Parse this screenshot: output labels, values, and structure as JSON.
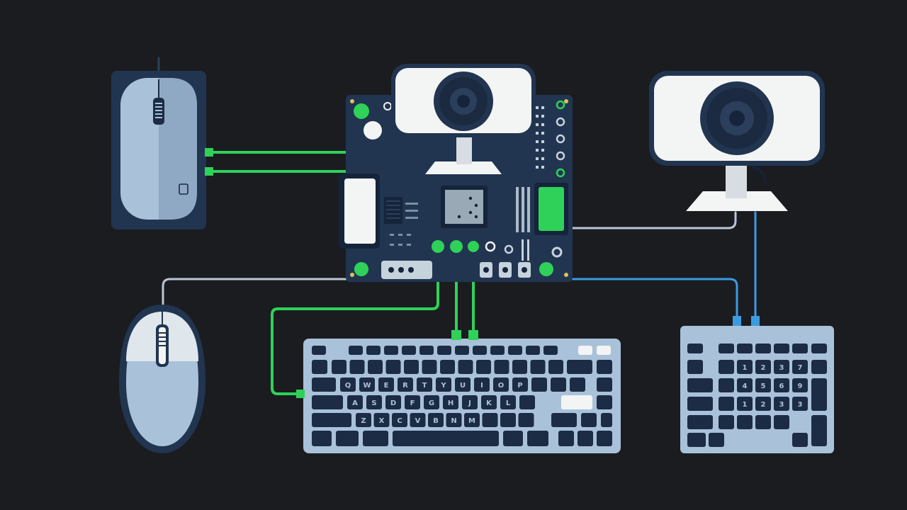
{
  "colors": {
    "background": "#1b1c20",
    "board": "#213550",
    "board_dark": "#15243a",
    "device_body": "#a9c2da",
    "device_dark": "#1c2c44",
    "cable_green": "#2fd158",
    "cable_blue": "#3b9be0",
    "cable_gray": "#b9c6d6",
    "camera_white": "#f3f4f4"
  },
  "icons": {
    "webcam_left": "webcam-icon",
    "webcam_right": "webcam-icon",
    "mouse_top": "mouse-icon",
    "mouse_bottom": "mouse-icon",
    "keyboard": "keyboard-icon",
    "numpad": "numpad-icon",
    "board": "circuit-board-icon"
  },
  "keyboard": {
    "row2": [
      "Q",
      "W",
      "E",
      "R",
      "T",
      "Y",
      "U",
      "I",
      "O",
      "P"
    ],
    "row3": [
      "A",
      "S",
      "D",
      "F",
      "G",
      "H",
      "J",
      "K",
      "L"
    ],
    "row4": [
      "Z",
      "X",
      "C",
      "V",
      "B",
      "N",
      "M"
    ]
  },
  "numpad": {
    "row1": [
      "1",
      "2",
      "3",
      "7"
    ],
    "row2": [
      "4",
      "5",
      "6",
      "9"
    ],
    "row3": [
      "1",
      "2",
      "3",
      "3"
    ]
  }
}
